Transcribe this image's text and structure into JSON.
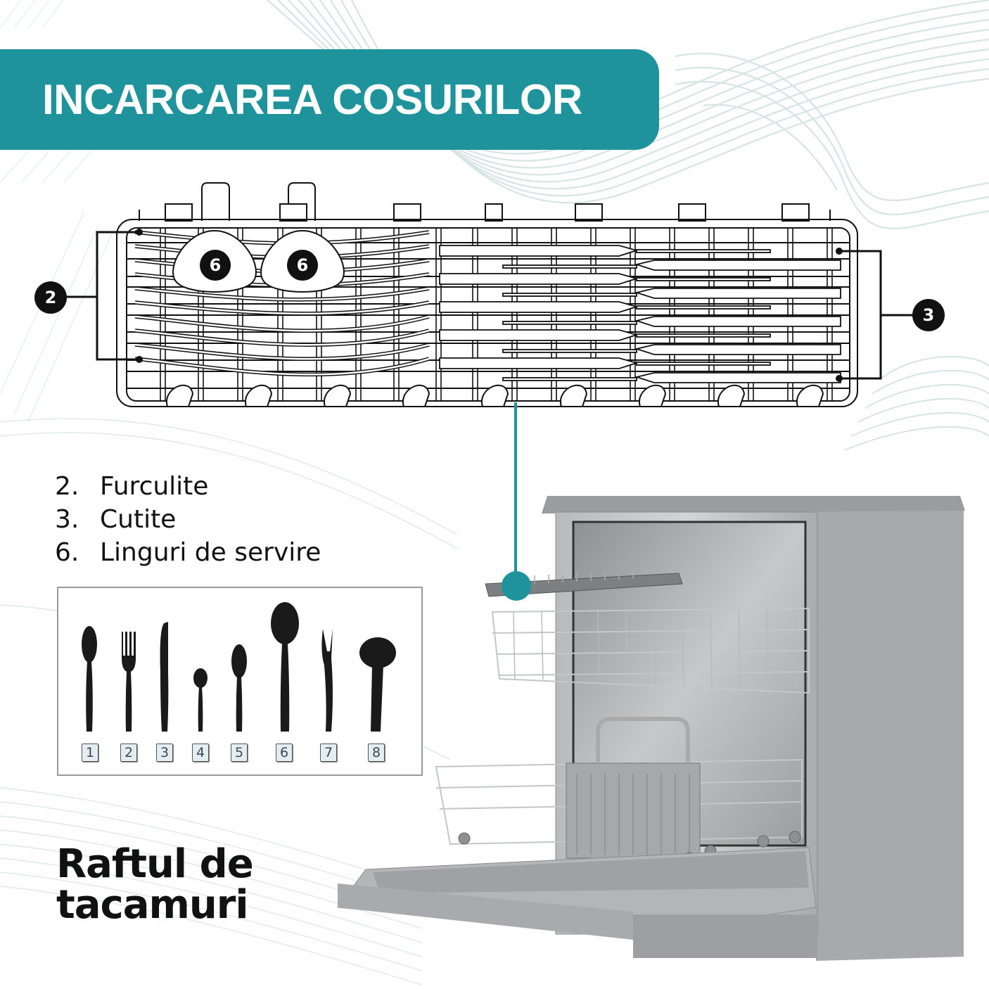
{
  "header": {
    "title": "INCARCAREA COSURILOR"
  },
  "colors": {
    "accent": "#1f939c",
    "wave": "#d6e4e4",
    "text": "#111111",
    "callout_bg": "#111111"
  },
  "rack_diagram": {
    "callouts": [
      {
        "id": "2",
        "label": "2",
        "position": "left"
      },
      {
        "id": "3",
        "label": "3",
        "position": "right"
      },
      {
        "id": "6a",
        "label": "6",
        "position": "serving-spoon-1"
      },
      {
        "id": "6b",
        "label": "6",
        "position": "serving-spoon-2"
      }
    ]
  },
  "legend": {
    "items": [
      {
        "num": "2.",
        "label": "Furculite"
      },
      {
        "num": "3.",
        "label": "Cutite"
      },
      {
        "num": "6.",
        "label": "Linguri de servire"
      }
    ]
  },
  "cutlery_chart": {
    "items": [
      {
        "num": "1",
        "icon": "spoon-icon"
      },
      {
        "num": "2",
        "icon": "fork-icon"
      },
      {
        "num": "3",
        "icon": "knife-icon"
      },
      {
        "num": "4",
        "icon": "teaspoon-icon"
      },
      {
        "num": "5",
        "icon": "dessert-spoon-icon"
      },
      {
        "num": "6",
        "icon": "serving-spoon-icon"
      },
      {
        "num": "7",
        "icon": "serving-fork-icon"
      },
      {
        "num": "8",
        "icon": "ladle-icon"
      }
    ]
  },
  "section_label": {
    "line1": "Raftul de",
    "line2": "tacamuri"
  }
}
